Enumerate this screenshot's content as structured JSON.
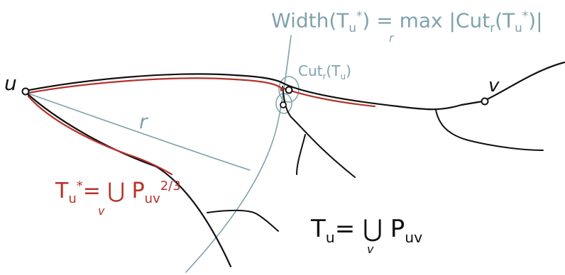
{
  "colors": {
    "ink": "#111111",
    "highlight": "#b5312b",
    "annotation": "#7fa2ad"
  },
  "labels": {
    "node_u": "u",
    "node_v": "v",
    "radius": "r",
    "width_formula": "Width(T",
    "width_formula_star": "*",
    "width_formula_sub": "u",
    "width_formula_rest": ") = max |Cut",
    "width_formula_rsub": "r",
    "width_formula_tail": "(T",
    "width_formula_tail_sub": "u",
    "width_formula_tail_star": "*",
    "width_formula_end": ")|",
    "width_formula_max_sub": "r",
    "cut_label": "Cut",
    "cut_label_sub": "r",
    "cut_label_rest": "(T",
    "cut_label_rest_sub": "u",
    "cut_label_end": ")",
    "tu_star_T": "T",
    "tu_star_star": "*",
    "tu_star_sub": "u",
    "tu_star_eq": "= ⋃ P",
    "tu_star_union_sub": "v",
    "tu_star_P_sub": "uv",
    "tu_star_sup": "2/3",
    "tu_T": "T",
    "tu_sub": "u",
    "tu_eq": "= ⋃ P",
    "tu_union_sub": "v",
    "tu_P_sub": "uv"
  }
}
